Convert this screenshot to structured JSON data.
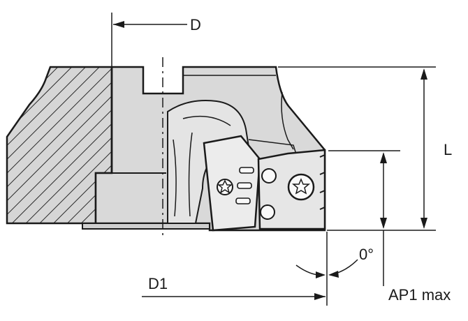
{
  "labels": {
    "d": "D",
    "l": "L",
    "lead_angle": "0°",
    "d1": "D1",
    "ap1_max": "AP1 max"
  },
  "colors": {
    "body_fill": "#d9d9d9",
    "insert_fill": "#ececec",
    "line": "#1a1a1a",
    "hatch": "#2a2a2a"
  }
}
